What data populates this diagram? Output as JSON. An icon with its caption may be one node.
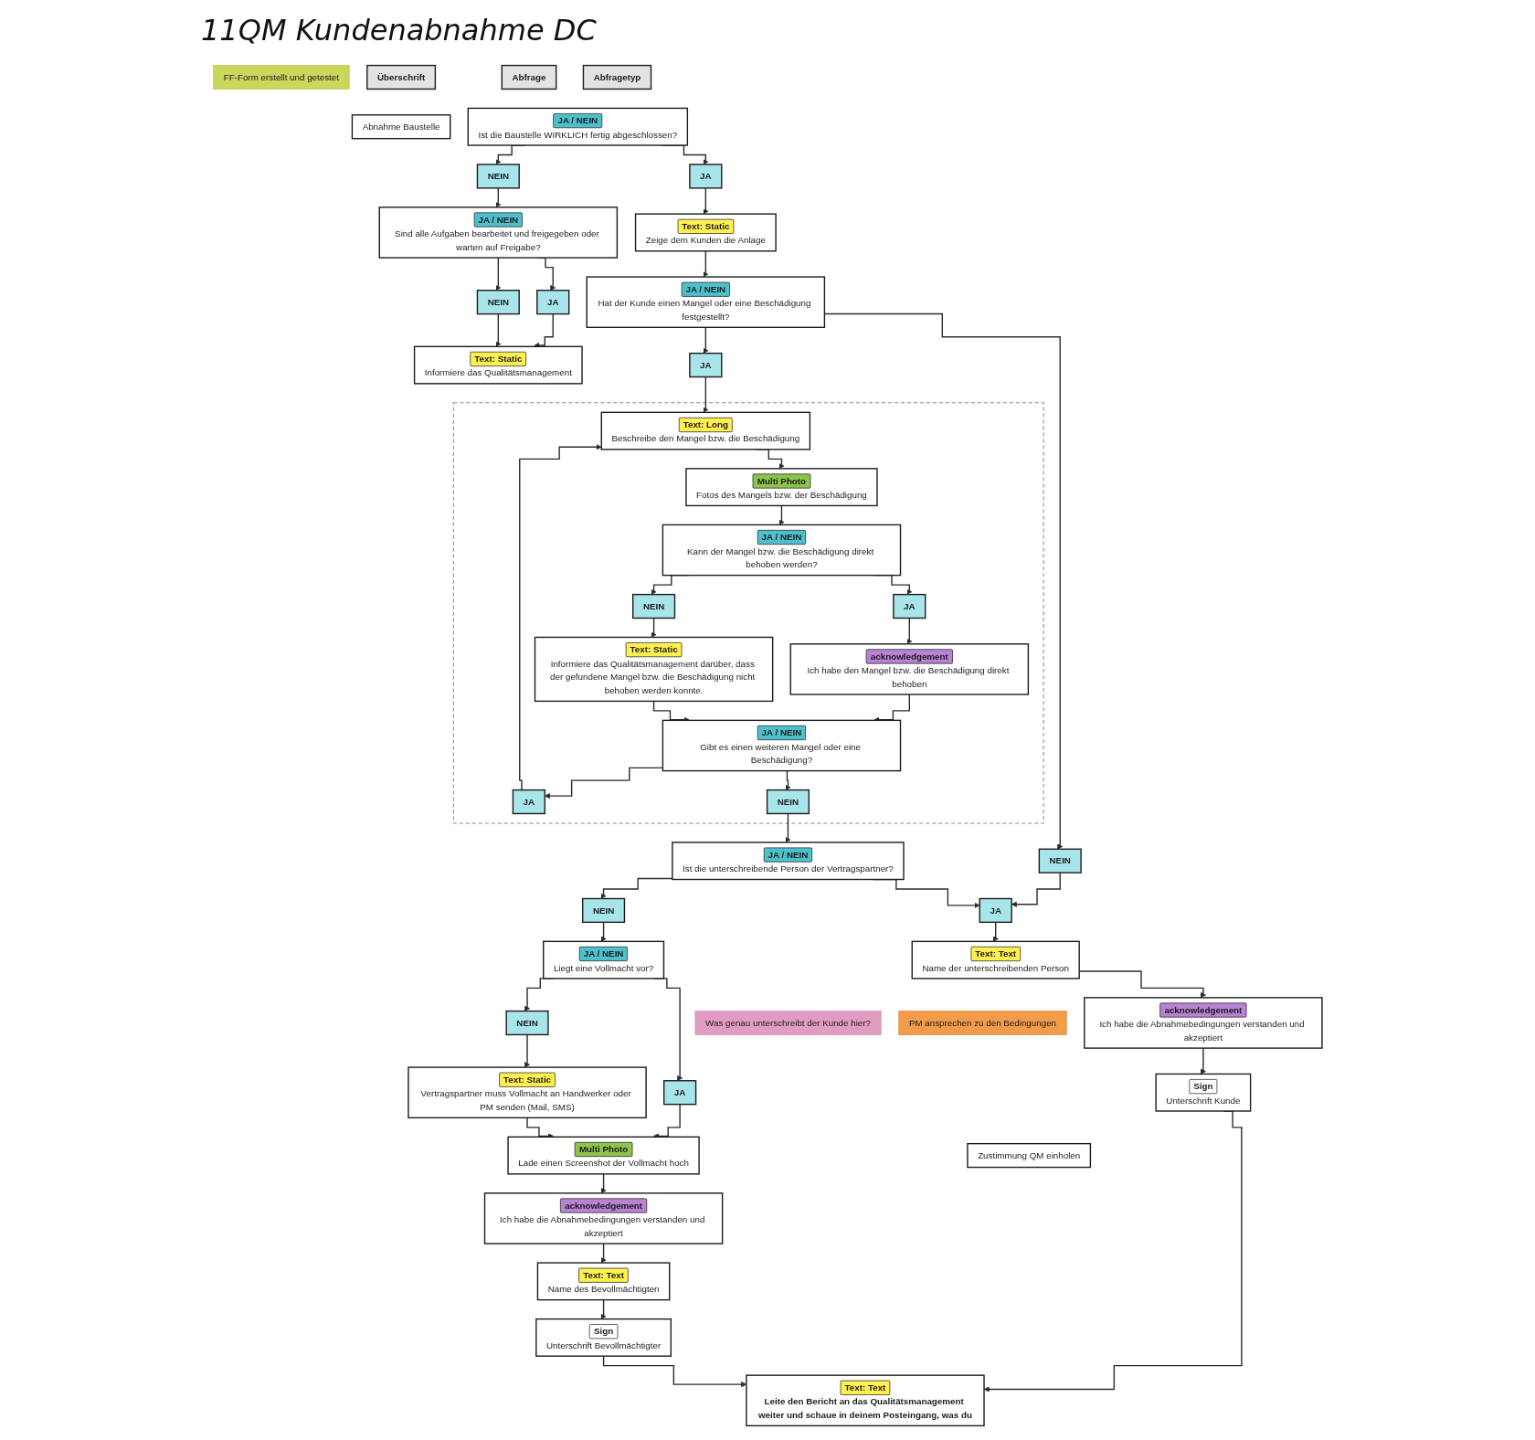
{
  "diagram": {
    "title": "11QM Kundenabnahme DC",
    "nodes": [
      {
        "text": [
          "FF-Form erstellt und getestet"
        ]
      },
      {
        "text": [
          "Überschrift"
        ]
      },
      {
        "text": [
          "Abfragetyp"
        ]
      },
      {
        "text": [
          "Abfrage"
        ]
      },
      {
        "text": [
          "Abnahme Baustelle"
        ]
      },
      {
        "text": [
          "JA / NEIN",
          "Ist die Baustelle WIRKLICH fertig abgeschlossen?"
        ]
      },
      {
        "text": [
          "JA"
        ]
      },
      {
        "text": [
          "NEIN"
        ]
      },
      {
        "text": [
          "Text: Static",
          "Zeige dem Kunden die Anlage"
        ]
      },
      {
        "text": [
          "JA / NEIN",
          "Sind alle Aufgaben bearbeitet und freigegeben oder warten auf Freigabe?"
        ]
      },
      {
        "text": [
          "JA"
        ]
      },
      {
        "text": [
          "NEIN"
        ]
      },
      {
        "text": [
          "Text: Static",
          "Informiere das Qualitätsmanagement"
        ]
      },
      {
        "text": [
          "JA / NEIN",
          "Hat der Kunde einen Mangel oder eine Beschädigung festgestellt?"
        ]
      },
      {
        "text": [
          "JA"
        ]
      },
      {
        "text": [
          "NEIN"
        ]
      },
      {
        "text": [],
        "shape": "box"
      },
      {
        "text": [
          "Text: Long",
          "Beschreibe den Mangel bzw. die Beschädigung"
        ],
        "in": 16
      },
      {
        "text": [
          "Multi Photo",
          "Fotos des Mangels bzw. der Beschädigung"
        ],
        "in": 16
      },
      {
        "text": [
          "JA / NEIN",
          "Kann der Mangel bzw. die Beschädigung direkt behoben werden?"
        ],
        "in": 16
      },
      {
        "text": [
          "JA"
        ],
        "in": 16
      },
      {
        "text": [
          "NEIN"
        ],
        "in": 16
      },
      {
        "text": [
          "acknowledgement",
          "Ich habe den Mangel bzw. die Beschädigung direkt behoben"
        ],
        "in": 16
      },
      {
        "text": [
          "Text: Static",
          "Informiere das Qualitätsmanagement darüber, dass der gefundene Mangel bzw. die Beschädigung nicht behoben werden konnte."
        ],
        "in": 16
      },
      {
        "text": [
          "JA / NEIN",
          "Gibt es einen weiteren Mangel oder eine Beschädigung?"
        ],
        "in": 16
      },
      {
        "text": [
          "JA"
        ],
        "in": 16
      },
      {
        "text": [
          "NEIN"
        ],
        "in": 16
      },
      {
        "text": [
          "JA / NEIN",
          "Ist die unterschreibende Person der Vertragspartner?"
        ]
      },
      {
        "text": [
          "JA"
        ]
      },
      {
        "text": [
          "NEIN"
        ]
      },
      {
        "text": [
          "JA / NEIN",
          "Liegt eine Vollmacht vor?"
        ]
      },
      {
        "text": [
          "JA"
        ]
      },
      {
        "text": [
          "NEIN"
        ]
      },
      {
        "text": [
          "Text: Static",
          "Vertragspartner muss Vollmacht an Handwerker oder PM senden (Mail, SMS)"
        ]
      },
      {
        "text": [
          "Multi Photo",
          "Lade einen Screenshot der Vollmacht hoch"
        ]
      },
      {
        "text": [
          "Text: Text",
          "Name der unterschreibenden Person"
        ]
      },
      {
        "text": [
          "acknowledgement",
          "Ich habe die Abnahmebedingungen verstanden und akzeptiert"
        ]
      },
      {
        "text": [
          "Was genau unterschreibt der Kunde hier?"
        ]
      },
      {
        "text": [
          "PM ansprechen zu den Bedingungen"
        ]
      },
      {
        "text": [
          "acknowledgement",
          "Ich habe die Abnahmebedingungen verstanden und akzeptiert"
        ]
      },
      {
        "text": [
          "Text: Text",
          "Name des Bevollmächtigten"
        ]
      },
      {
        "text": [
          "Sign",
          "Unterschrift Kunde"
        ]
      },
      {
        "text": [
          "Sign",
          "Unterschrift Bevollmächtigter"
        ]
      },
      {
        "text": [
          "Zustimmung QM einholen"
        ]
      },
      {
        "text": [
          "Text: Text",
          "Leite den Bericht an das Qualitätsmanagement weiter und schaue in deinem Posteingang, was du"
        ]
      }
    ],
    "edges": [
      {
        "from": 5,
        "to": 6,
        "arrow": "to"
      },
      {
        "from": 5,
        "to": 7,
        "arrow": "to"
      },
      {
        "from": 6,
        "to": 8,
        "arrow": "to"
      },
      {
        "from": 7,
        "to": 9,
        "arrow": "to"
      },
      {
        "from": 9,
        "to": 10,
        "arrow": "to"
      },
      {
        "from": 9,
        "to": 11,
        "arrow": "to"
      },
      {
        "from": 10,
        "to": 12,
        "arrow": "to"
      },
      {
        "from": 11,
        "to": 12,
        "arrow": "to"
      },
      {
        "from": 8,
        "to": 13,
        "arrow": "to"
      },
      {
        "from": 13,
        "to": 14,
        "arrow": "to"
      },
      {
        "from": 13,
        "to": 15,
        "arrow": "to"
      },
      {
        "from": 14,
        "to": 17,
        "arrow": "to"
      },
      {
        "from": 15,
        "to": 28,
        "arrow": "to"
      },
      {
        "from": 17,
        "to": 18,
        "arrow": "to"
      },
      {
        "from": 18,
        "to": 19,
        "arrow": "to"
      },
      {
        "from": 19,
        "to": 20,
        "arrow": "to"
      },
      {
        "from": 19,
        "to": 21,
        "arrow": "to"
      },
      {
        "from": 20,
        "to": 22,
        "arrow": "to"
      },
      {
        "from": 21,
        "to": 23,
        "arrow": "to"
      },
      {
        "from": 22,
        "to": 24,
        "arrow": "to"
      },
      {
        "from": 23,
        "to": 24,
        "arrow": "to"
      },
      {
        "from": 24,
        "to": 25,
        "arrow": "to"
      },
      {
        "from": 24,
        "to": 26,
        "arrow": "to"
      },
      {
        "from": 25,
        "to": 17,
        "arrow": "to"
      },
      {
        "from": 26,
        "to": 27,
        "arrow": "to"
      },
      {
        "from": 27,
        "to": 28,
        "arrow": "to"
      },
      {
        "from": 27,
        "to": 29,
        "arrow": "to"
      },
      {
        "from": 29,
        "to": 30,
        "arrow": "to"
      },
      {
        "from": 30,
        "to": 31,
        "arrow": "to"
      },
      {
        "from": 30,
        "to": 32,
        "arrow": "to"
      },
      {
        "from": 32,
        "to": 33,
        "arrow": "to"
      },
      {
        "from": 31,
        "to": 34,
        "arrow": "to"
      },
      {
        "from": 33,
        "to": 34,
        "arrow": "to"
      },
      {
        "from": 28,
        "to": 35,
        "arrow": "to"
      },
      {
        "from": 34,
        "to": 39,
        "arrow": "to"
      },
      {
        "from": 35,
        "to": 36,
        "arrow": "to"
      },
      {
        "from": 36,
        "to": 41,
        "arrow": "to"
      },
      {
        "from": 39,
        "to": 40,
        "arrow": "to"
      },
      {
        "from": 40,
        "to": 42,
        "arrow": "to"
      },
      {
        "from": 41,
        "to": 44,
        "arrow": "to"
      },
      {
        "from": 42,
        "to": 44,
        "arrow": "to"
      }
    ]
  }
}
